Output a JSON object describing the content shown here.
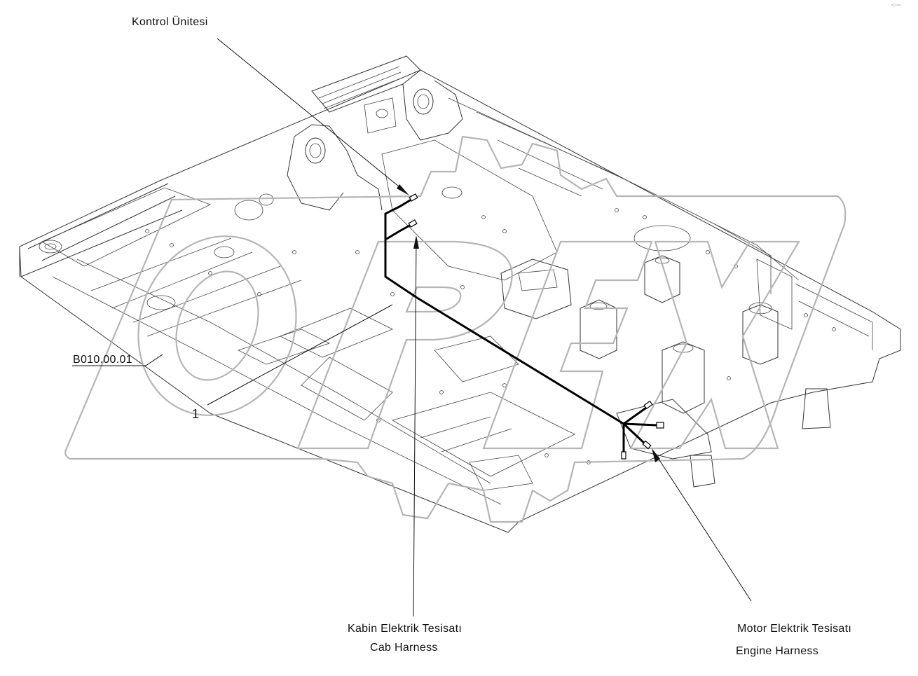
{
  "labels": {
    "control_unit": "Kontrol Ünitesi",
    "part_number": "B010.00.01",
    "callout_1": "1",
    "cab_harness_tr": "Kabin Elektrik Tesisatı",
    "cab_harness_en": "Cab Harness",
    "engine_harness_tr": "Motor Elektrik Tesisatı",
    "engine_harness_en": "Engine Harness",
    "corner_mark": "▫□ ▫▫▫"
  },
  "watermark": {
    "text": "OPEX",
    "color": "#b5b5b5"
  },
  "colors": {
    "harness": "#000000",
    "drawing_lines": "#333333",
    "background": "#ffffff"
  }
}
